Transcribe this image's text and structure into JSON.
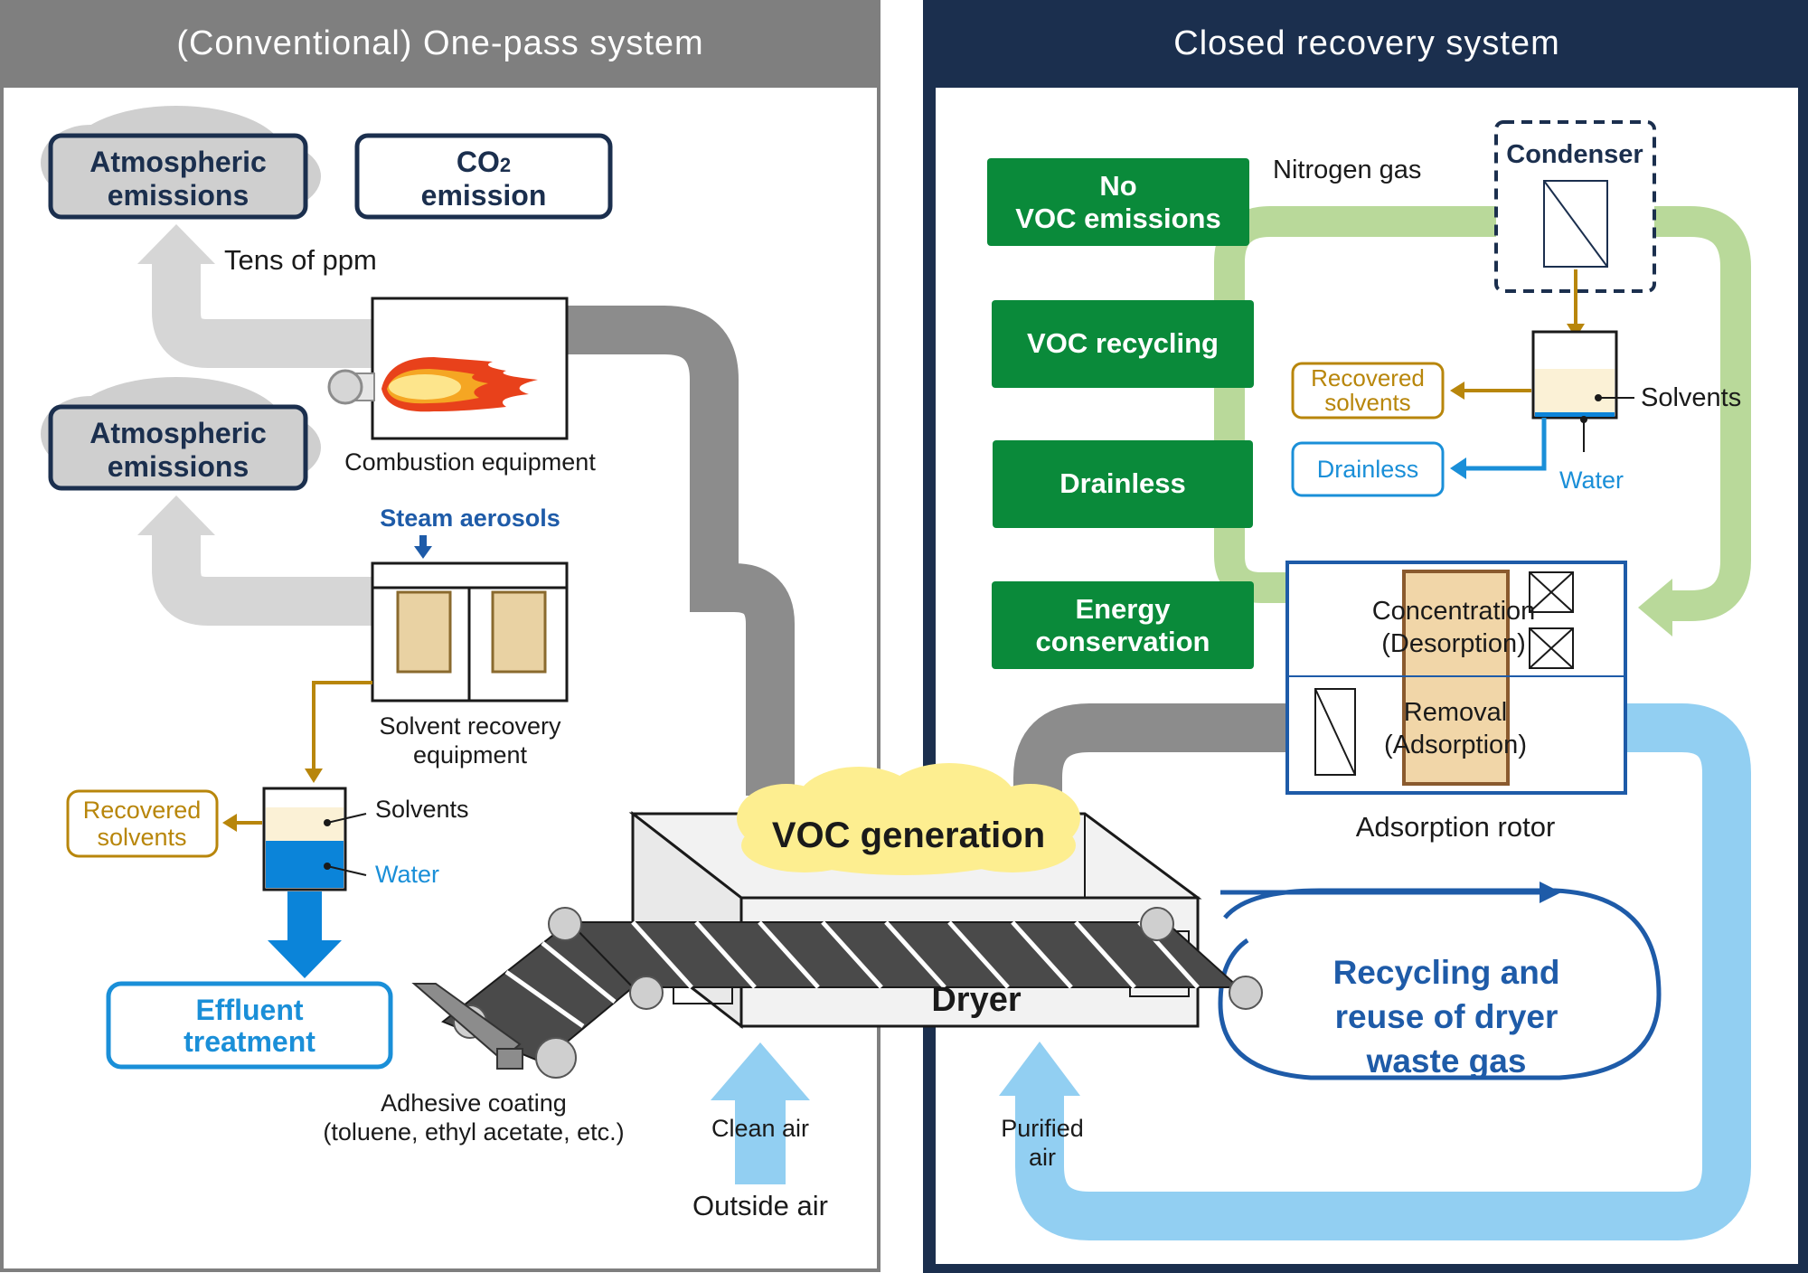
{
  "left_panel": {
    "title": "(Conventional) One-pass system",
    "emission_box_1": [
      "Atmospheric",
      "emissions"
    ],
    "co2_box": {
      "line1_main": "CO",
      "line1_sub": "2",
      "line2": "emission"
    },
    "tens_ppm": "Tens of ppm",
    "emission_box_2": [
      "Atmospheric",
      "emissions"
    ],
    "combustion_label": "Combustion equipment",
    "steam_label": "Steam aerosols",
    "solvent_recovery_label": [
      "Solvent recovery",
      "equipment"
    ],
    "recovered_solvents": [
      "Recovered",
      "solvents"
    ],
    "solvents_label": "Solvents",
    "water_label": "Water",
    "effluent_box": [
      "Effluent",
      "treatment"
    ],
    "adhesive_label": [
      "Adhesive coating",
      "(toluene, ethyl acetate, etc.)"
    ],
    "clean_air": "Clean air",
    "outside_air": "Outside air"
  },
  "center": {
    "voc_generation": "VOC generation",
    "dryer": "Dryer"
  },
  "right_panel": {
    "title": "Closed recovery system",
    "benefit_1": [
      "No",
      "VOC emissions"
    ],
    "benefit_2": "VOC recycling",
    "benefit_3": "Drainless",
    "benefit_4": [
      "Energy",
      "conservation"
    ],
    "nitrogen_gas": "Nitrogen gas",
    "condenser": "Condenser",
    "recovered_solvents": [
      "Recovered",
      "solvents"
    ],
    "solvents_label": "Solvents",
    "drainless_box": "Drainless",
    "water_label": "Water",
    "concentration": [
      "Concentration",
      "(Desorption)"
    ],
    "removal": [
      "Removal",
      "(Adsorption)"
    ],
    "adsorption_rotor": "Adsorption rotor",
    "recycling_text": [
      "Recycling and",
      "reuse of dryer",
      "waste gas"
    ],
    "purified_air": [
      "Purified",
      "air"
    ]
  },
  "colors": {
    "left_header": "#7f7f7f",
    "right_header": "#1b2f4e",
    "navy": "#1b2f4e",
    "green": "#0a8a3a",
    "light_green": "#b9d99a",
    "dark_gray_pipe": "#8c8c8c",
    "light_gray_pipe": "#d6d6d6",
    "light_blue_pipe": "#92cff2",
    "gold": "#b8860b",
    "blue": "#1a8fd8",
    "dark_blue": "#1e5ba8"
  }
}
